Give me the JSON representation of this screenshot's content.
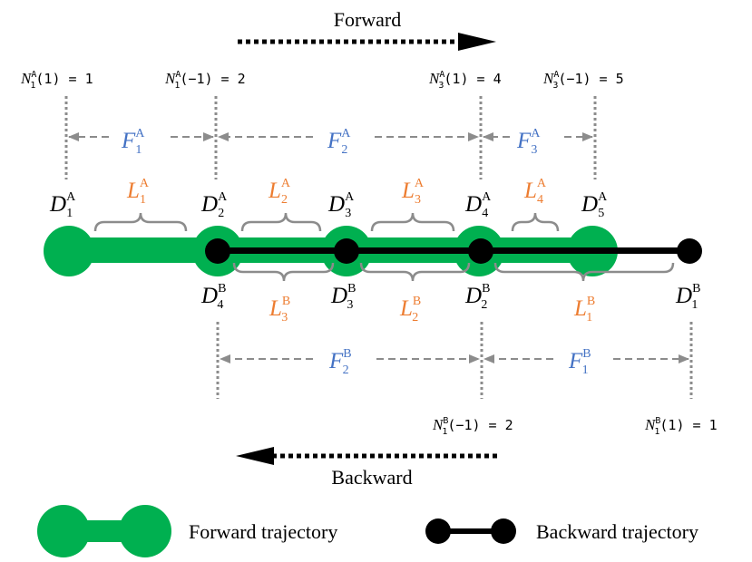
{
  "colors": {
    "forward": "#00b050",
    "backward": "#000000",
    "L_label": "#ed7d31",
    "F_label": "#4472c4",
    "guide": "#8c8c8c",
    "brace": "#8c8c8c"
  },
  "direction": {
    "forward_label": "Forward",
    "backward_label": "Backward"
  },
  "letters": {
    "D": "D",
    "L": "L",
    "F": "F"
  },
  "N_labels": {
    "a": {
      "sub": "1",
      "sup": "A",
      "tail": "(1) = 1"
    },
    "b": {
      "sub": "1",
      "sup": "A",
      "tail": "(−1) = 2"
    },
    "c": {
      "sub": "3",
      "sup": "A",
      "tail": "(1) = 4"
    },
    "d": {
      "sub": "3",
      "sup": "A",
      "tail": "(−1) = 5"
    },
    "e": {
      "sub": "1",
      "sup": "B",
      "tail": "(−1) = 2"
    },
    "f": {
      "sub": "1",
      "sup": "B",
      "tail": "(1) = 1"
    },
    "N": "N"
  },
  "F_labels": {
    "FA1": {
      "sub": "1",
      "sup": "A"
    },
    "FA2": {
      "sub": "2",
      "sup": "A"
    },
    "FA3": {
      "sub": "3",
      "sup": "A"
    },
    "FB2": {
      "sub": "2",
      "sup": "B"
    },
    "FB1": {
      "sub": "1",
      "sup": "B"
    }
  },
  "D_labels": {
    "DA1": {
      "sub": "1",
      "sup": "A"
    },
    "DA2": {
      "sub": "2",
      "sup": "A"
    },
    "DA3": {
      "sub": "3",
      "sup": "A"
    },
    "DA4": {
      "sub": "4",
      "sup": "A"
    },
    "DA5": {
      "sub": "5",
      "sup": "A"
    },
    "DB4": {
      "sub": "4",
      "sup": "B"
    },
    "DB3": {
      "sub": "3",
      "sup": "B"
    },
    "DB2": {
      "sub": "2",
      "sup": "B"
    },
    "DB1": {
      "sub": "1",
      "sup": "B"
    }
  },
  "L_labels": {
    "LA1": {
      "sub": "1",
      "sup": "A"
    },
    "LA2": {
      "sub": "2",
      "sup": "A"
    },
    "LA3": {
      "sub": "3",
      "sup": "A"
    },
    "LA4": {
      "sub": "4",
      "sup": "A"
    },
    "LB3": {
      "sub": "3",
      "sup": "B"
    },
    "LB2": {
      "sub": "2",
      "sup": "B"
    },
    "LB1": {
      "sub": "1",
      "sup": "B"
    }
  },
  "legend": {
    "forward_label": "Forward trajectory",
    "backward_label": "Backward trajectory"
  }
}
